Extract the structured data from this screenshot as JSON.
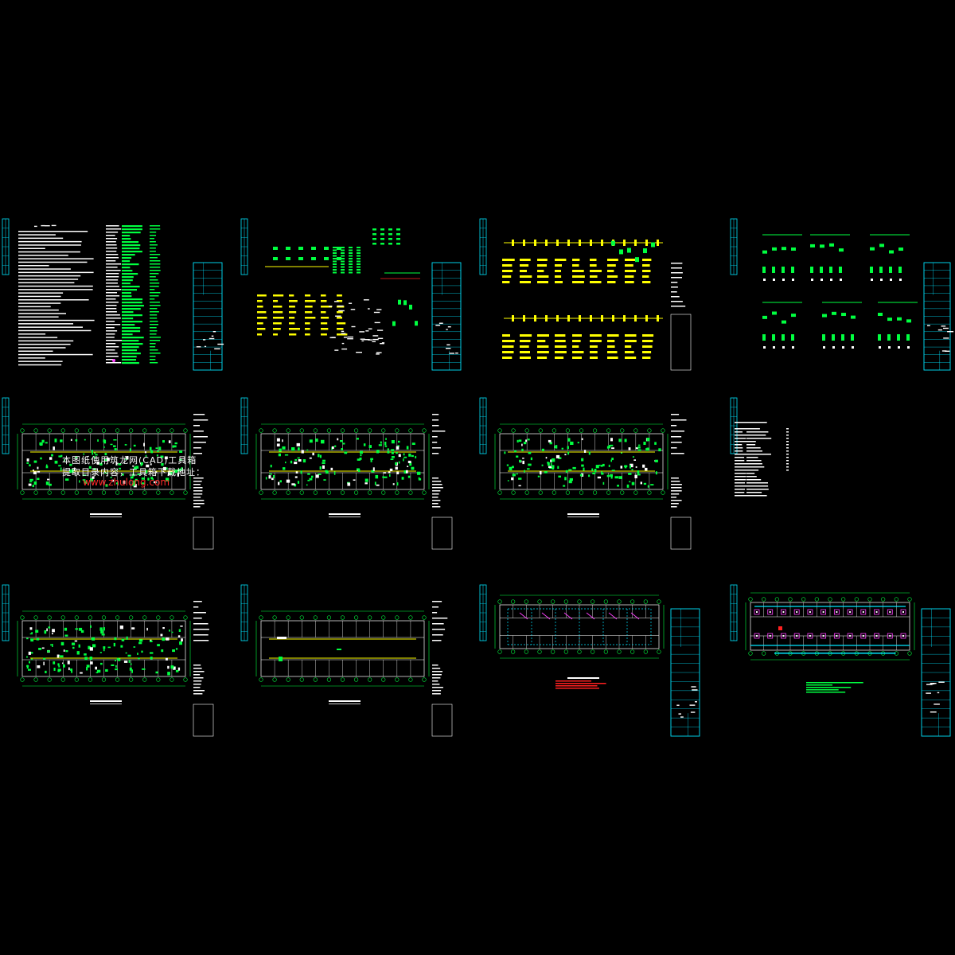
{
  "viewer": {
    "background": "#000000",
    "sheet_count": 12
  },
  "colors": {
    "frame": "#00e5ff",
    "grid": "#00ff40",
    "text_yellow": "#ffff00",
    "text_green": "#00ff40",
    "text_white": "#ffffff",
    "red": "#ff2020",
    "magenta": "#ff40ff",
    "blue": "#3050ff"
  },
  "watermark": {
    "line1": "本图纸使用筑龙网(CAD)工具箱",
    "line2": "提取目录内容，工具箱下载地址：",
    "url": "www.zhulong.com"
  },
  "sheets": [
    {
      "kind": "notes"
    },
    {
      "kind": "system"
    },
    {
      "kind": "system_yellow"
    },
    {
      "kind": "system_green"
    },
    {
      "kind": "plan_wiring"
    },
    {
      "kind": "plan_wiring"
    },
    {
      "kind": "plan_wiring"
    },
    {
      "kind": "equipment_list"
    },
    {
      "kind": "plan_wiring"
    },
    {
      "kind": "plan_sparse"
    },
    {
      "kind": "plan_lightning"
    },
    {
      "kind": "plan_grounding"
    }
  ]
}
